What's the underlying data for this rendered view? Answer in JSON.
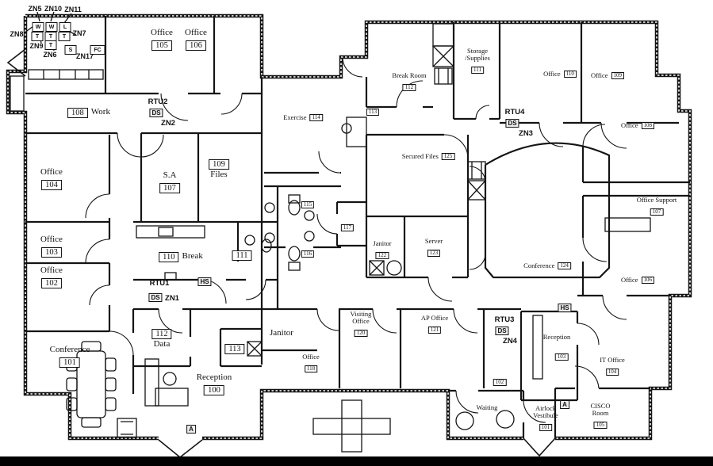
{
  "drawing": {
    "type": "office-floor-plan",
    "wall_color": "#141414",
    "paper_color": "#ffffff",
    "bottom_bar_color": "#000000"
  },
  "zone_callouts": {
    "zn5": "ZN5",
    "zn10": "ZN10",
    "zn11": "ZN11",
    "zn8": "ZN8",
    "zn9": "ZN9",
    "zn6": "ZN6",
    "zn7": "ZN7",
    "zn17": "ZN17"
  },
  "fixture_letters": {
    "w": "W",
    "l": "L",
    "t": "T",
    "s": "S",
    "fc": "FC"
  },
  "equipment": {
    "rtu1": "RTU1",
    "rtu2": "RTU2",
    "rtu3": "RTU3",
    "rtu4": "RTU4",
    "ds": "DS",
    "hs": "HS",
    "a": "A",
    "zn1": "ZN1",
    "zn2": "ZN2",
    "zn3": "ZN3",
    "zn4": "ZN4"
  },
  "rooms": {
    "office105": {
      "name": "Office",
      "num": "105"
    },
    "office106": {
      "name": "Office",
      "num": "106"
    },
    "work108": {
      "name": "Work",
      "num": "108"
    },
    "office104": {
      "name": "Office",
      "num": "104"
    },
    "sa107": {
      "name": "S.A",
      "num": "107"
    },
    "files109": {
      "name": "Files",
      "num": "109"
    },
    "office103": {
      "name": "Office",
      "num": "103"
    },
    "office102": {
      "name": "Office",
      "num": "102"
    },
    "break110": {
      "name": "Break",
      "num": "110"
    },
    "rm111": {
      "num": "111"
    },
    "data112": {
      "name": "Data",
      "num": "112"
    },
    "rm113": {
      "num": "113"
    },
    "reception100": {
      "name": "Reception",
      "num": "100"
    },
    "conference101": {
      "name": "Conference",
      "num": "101"
    },
    "janitor": {
      "name": "Janitor"
    },
    "office118": {
      "name": "Office",
      "num": "118"
    },
    "exercise114": {
      "name": "Exercise",
      "num": "114"
    },
    "rm115": {
      "num": "115"
    },
    "rm116": {
      "num": "116"
    },
    "rm117": {
      "num": "117"
    },
    "rm113b": {
      "num": "113"
    },
    "breakroom112": {
      "name": "Break Room",
      "num": "112"
    },
    "storage111": {
      "line1": "Storage",
      "line2": "/Supplies",
      "num": "111"
    },
    "office110": {
      "name": "Office",
      "num": "110"
    },
    "office109": {
      "name": "Office",
      "num": "109"
    },
    "secured125": {
      "name": "Secured Files",
      "num": "125"
    },
    "janitor122": {
      "name": "Janitor",
      "num": "122"
    },
    "server123": {
      "name": "Server",
      "num": "123"
    },
    "conference124": {
      "name": "Conference",
      "num": "124"
    },
    "office108": {
      "name": "Office",
      "num": "108"
    },
    "officesupport107": {
      "name": "Office Support",
      "num": "107"
    },
    "office106r": {
      "name": "Office",
      "num": "106"
    },
    "visiting120": {
      "line1": "Visiting",
      "line2": "Office",
      "num": "120"
    },
    "ap121": {
      "name": "AP Office",
      "num": "121"
    },
    "reception103": {
      "name": "Reception",
      "num": "103"
    },
    "waiting102": {
      "name": "Waiting",
      "num": "102"
    },
    "itoffice104": {
      "name": "IT Office",
      "num": "104"
    },
    "cisco105": {
      "line1": "CISCO",
      "line2": "Room",
      "num": "105"
    },
    "airlock101": {
      "line1": "Airlock",
      "line2": "Vestibule",
      "num": "101"
    }
  }
}
